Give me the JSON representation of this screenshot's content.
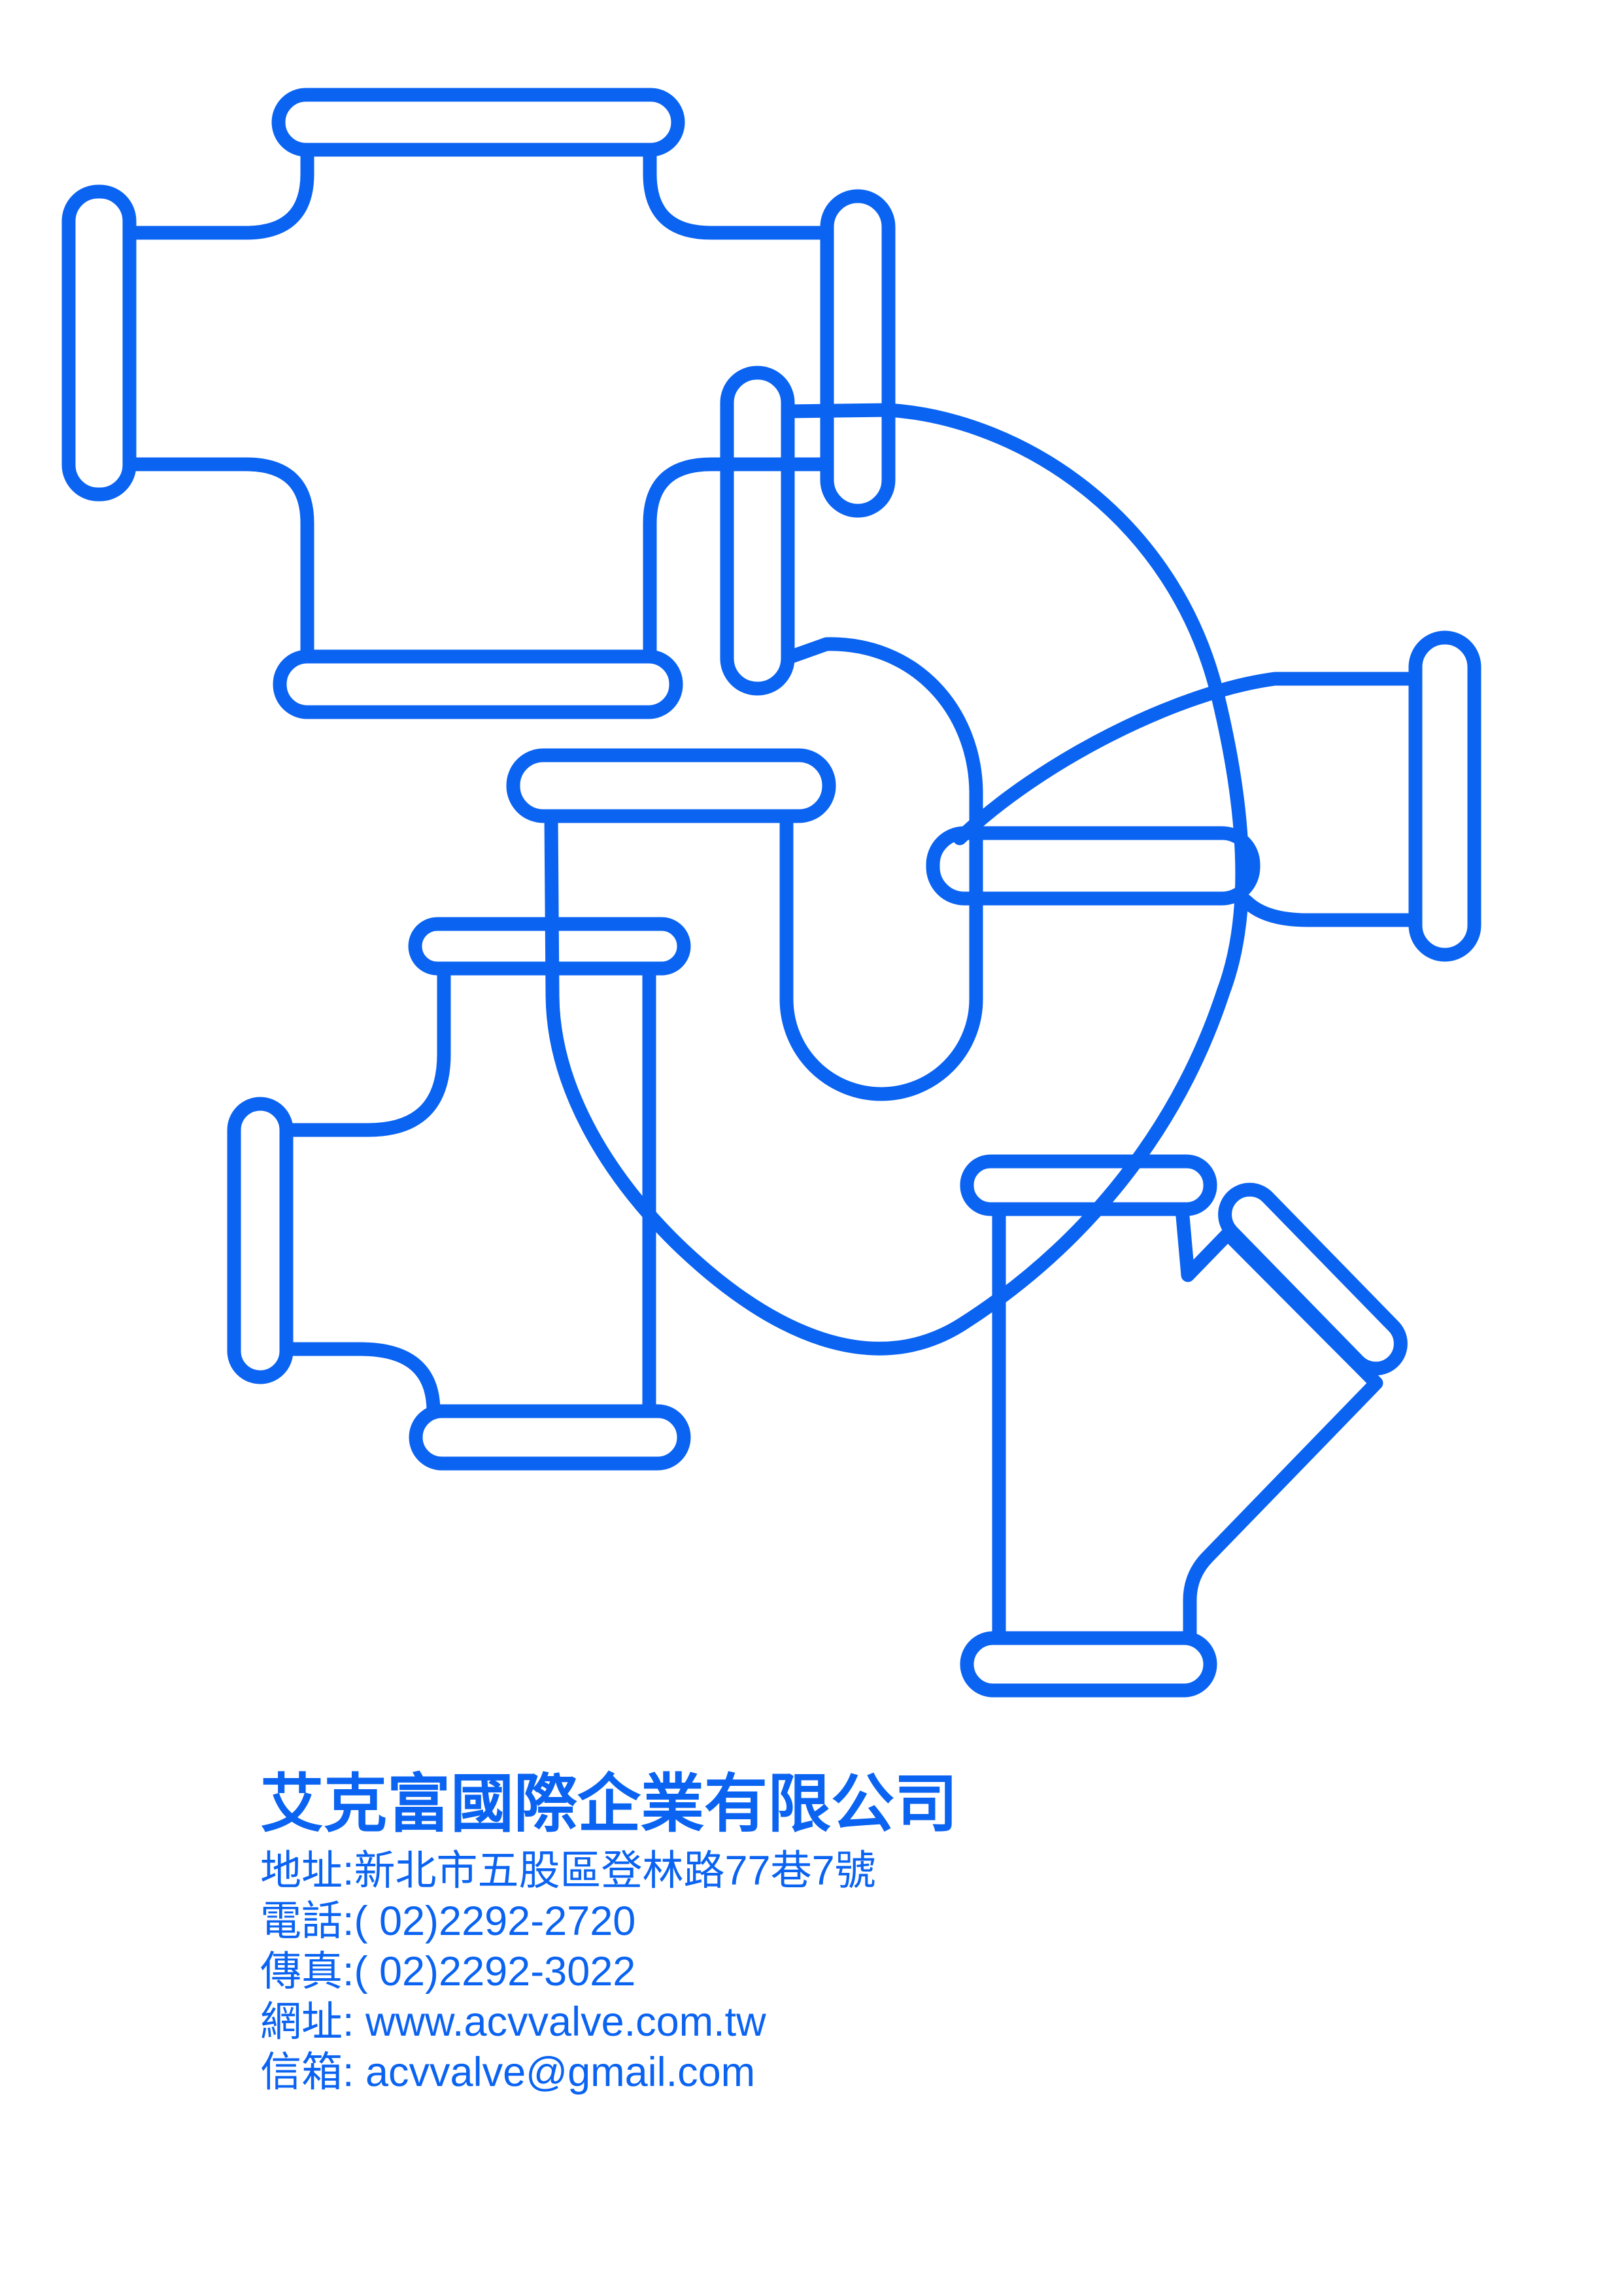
{
  "page": {
    "background_color": "#ffffff",
    "accent_color": "#0b63f2",
    "line_stroke_width": 21
  },
  "artwork": {
    "description": "Blue outline line-art of overlapping flanged pipe fittings",
    "fittings": [
      {
        "id": "cross",
        "label": "4-way cross fitting with four flanged ports"
      },
      {
        "id": "p-trap",
        "label": "Large P-trap / gooseneck fitting with side and top flanges"
      },
      {
        "id": "elbow",
        "label": "90-degree elbow fitting with right and bottom flanges"
      },
      {
        "id": "tee",
        "label": "Tee fitting with top, left and bottom flanged ports"
      },
      {
        "id": "wye",
        "label": "45-degree wye branch fitting with three flanges"
      }
    ]
  },
  "company": {
    "name": "艾克富國際企業有限公司",
    "address": "地址:新北市五股區登林路77巷7號",
    "phone": "電話:( 02)2292-2720",
    "fax": "傳真:( 02)2292-3022",
    "website": "網址: www.acvvalve.com.tw",
    "email": "信箱: acvvalve@gmail.com"
  }
}
